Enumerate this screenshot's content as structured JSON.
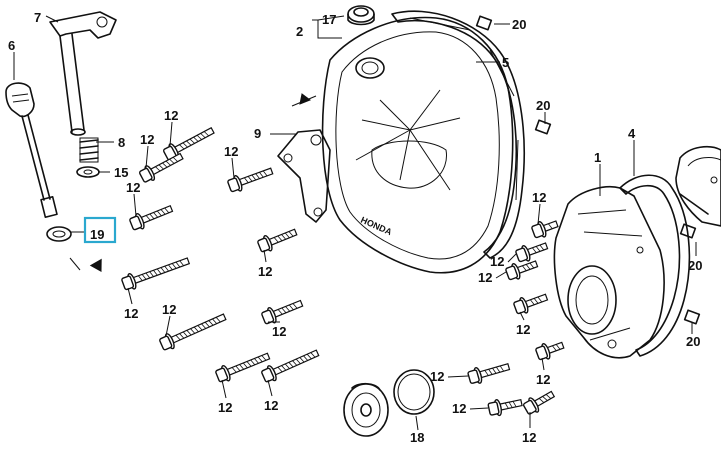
{
  "diagram": {
    "highlight_color": "#2aa8cf",
    "callouts": {
      "c1": "1",
      "c2": "2",
      "c4": "4",
      "c5": "5",
      "c6": "6",
      "c7": "7",
      "c8": "8",
      "c9": "9",
      "c15": "15",
      "c17": "17",
      "c18": "18",
      "c19": "19",
      "c20a": "20",
      "c20b": "20",
      "c20c": "20",
      "c20d": "20"
    },
    "bolt_label": "12"
  }
}
